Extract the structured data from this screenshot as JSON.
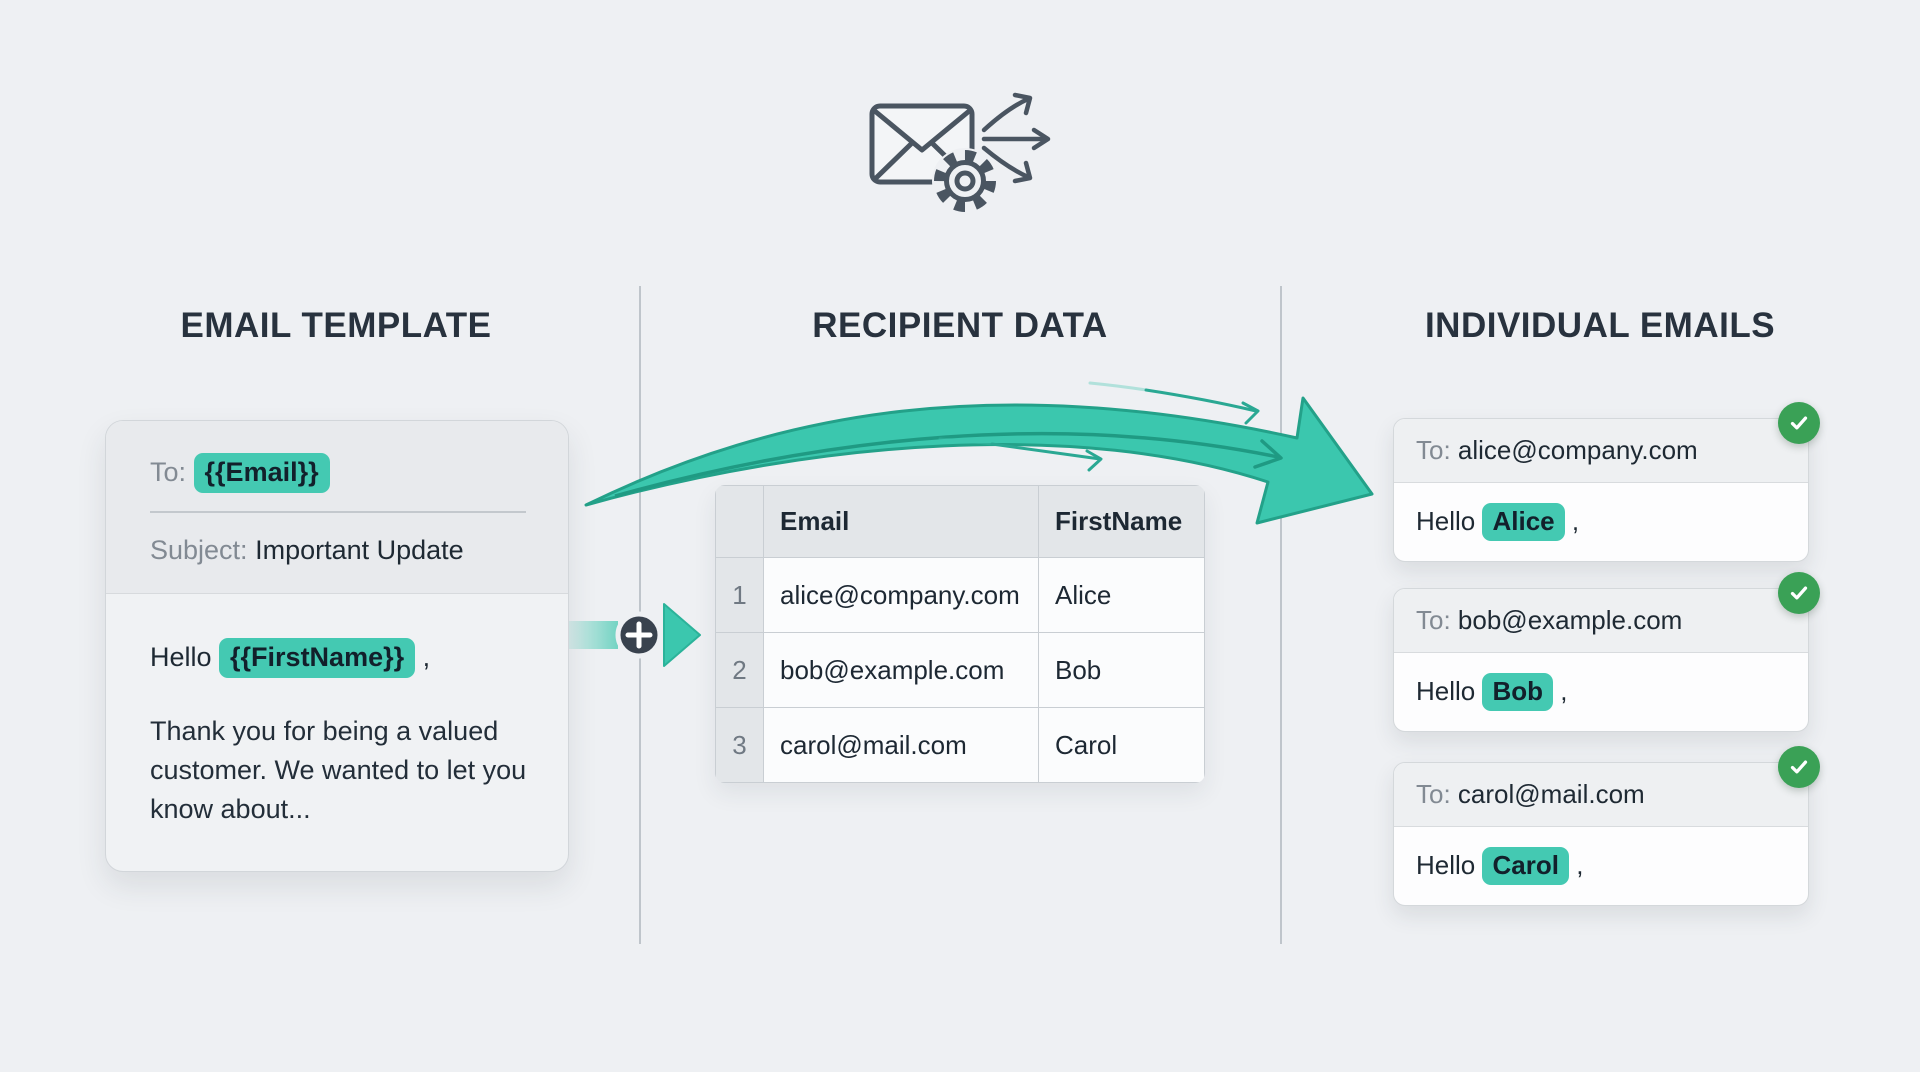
{
  "palette": {
    "background": "#eef0f3",
    "accent_teal": "#3ec7ae",
    "accent_teal_dark": "#23a189",
    "success_green": "#3aa156",
    "ink": "#28323e"
  },
  "icons": {
    "top": "mail-merge-icon (envelope + gear + fan arrows)",
    "connector": "plus-circle-icon with arrow",
    "status": "check-circle-icon"
  },
  "columns": {
    "template": {
      "heading": "EMAIL TEMPLATE",
      "card": {
        "to_label": "To:",
        "to_value": "{{Email}}",
        "subject_label": "Subject:",
        "subject_value": "Important Update",
        "greeting_prefix": "Hello ",
        "greeting_variable": "{{FirstName}}",
        "greeting_suffix": " ,",
        "body": "Thank you for being a valued customer. We wanted to let you know about..."
      }
    },
    "recipients": {
      "heading": "RECIPIENT DATA",
      "table": {
        "headers": [
          "Email",
          "FirstName"
        ],
        "rows": [
          {
            "num": "1",
            "email": "alice@company.com",
            "first_name": "Alice"
          },
          {
            "num": "2",
            "email": "bob@example.com",
            "first_name": "Bob"
          },
          {
            "num": "3",
            "email": "carol@mail.com",
            "first_name": "Carol"
          }
        ]
      }
    },
    "emails": {
      "heading": "INDIVIDUAL EMAILS",
      "cards": [
        {
          "to_label": "To:",
          "to_value": "alice@company.com",
          "greeting_prefix": "Hello ",
          "name": "Alice",
          "greeting_suffix": ","
        },
        {
          "to_label": "To:",
          "to_value": "bob@example.com",
          "greeting_prefix": "Hello ",
          "name": "Bob",
          "greeting_suffix": ","
        },
        {
          "to_label": "To:",
          "to_value": "carol@mail.com",
          "greeting_prefix": "Hello ",
          "name": "Carol",
          "greeting_suffix": ","
        }
      ]
    }
  }
}
